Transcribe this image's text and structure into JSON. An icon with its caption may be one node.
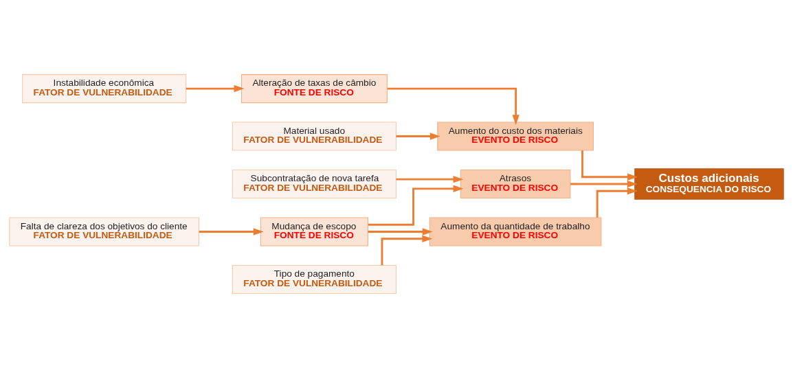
{
  "diagram": {
    "nodes": [
      {
        "text": [
          "Instabilidade econômica",
          "FATOR DE VULNERABILIDADE"
        ]
      },
      {
        "text": [
          "Alteração de taxas de câmbio",
          "FONTE DE RISCO"
        ]
      },
      {
        "text": [
          "Material usado",
          "FATOR DE VULNERABILIDADE"
        ]
      },
      {
        "text": [
          "Aumento do custo dos materiais",
          "EVENTO DE RISCO"
        ]
      },
      {
        "text": [
          "Custos adicionais",
          "CONSEQUENCIA DO RISCO"
        ]
      },
      {
        "text": [
          "Subcontratação de nova tarefa",
          "FATOR DE VULNERABILIDADE"
        ]
      },
      {
        "text": [
          "Falta de clareza dos objetivos do cliente",
          "FATOR DE VULNERABILIDADE"
        ]
      },
      {
        "text": [
          "Mudança de escopo",
          "FONTE DE RISCO"
        ]
      },
      {
        "text": [
          "Atrasos",
          "EVENTO DE RISCO"
        ]
      },
      {
        "text": [
          "Aumento da quantidade de trabalho",
          "EVENTO DE RISCO"
        ]
      },
      {
        "text": [
          "Tipo de pagamento",
          "FATOR DE VULNERABILIDADE"
        ]
      }
    ],
    "edges": [
      {
        "from": 0,
        "to": 1,
        "arrow": "to"
      },
      {
        "from": 1,
        "to": 3,
        "arrow": "to"
      },
      {
        "from": 2,
        "to": 3,
        "arrow": "to"
      },
      {
        "from": 3,
        "to": 4,
        "arrow": "to"
      },
      {
        "from": 5,
        "to": 8,
        "arrow": "to"
      },
      {
        "from": 6,
        "to": 7,
        "arrow": "to"
      },
      {
        "from": 7,
        "to": 8,
        "arrow": "to"
      },
      {
        "from": 7,
        "to": 9,
        "arrow": "to"
      },
      {
        "from": 8,
        "to": 4,
        "arrow": "to"
      },
      {
        "from": 9,
        "to": 4,
        "arrow": "to"
      },
      {
        "from": 10,
        "to": 9,
        "arrow": "to"
      }
    ]
  }
}
